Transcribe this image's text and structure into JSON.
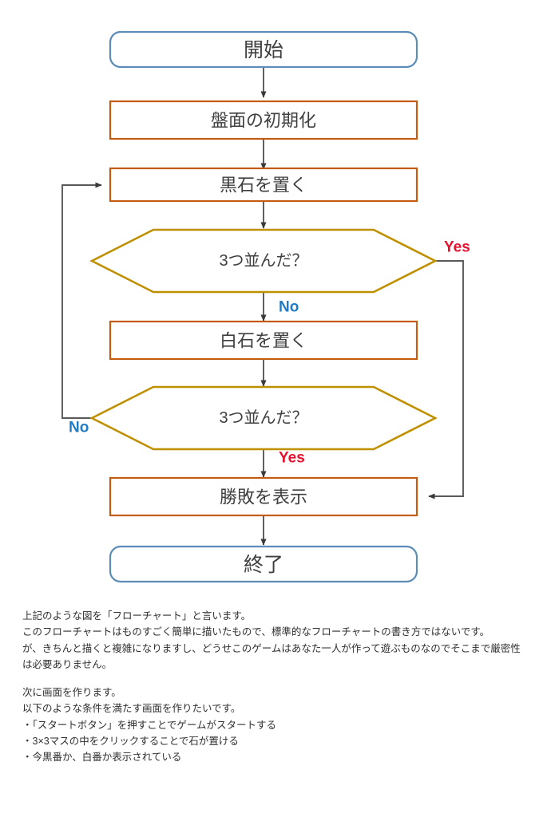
{
  "flowchart": {
    "nodes": [
      {
        "id": "start",
        "type": "terminal",
        "label": "開始"
      },
      {
        "id": "init",
        "type": "process",
        "label": "盤面の初期化"
      },
      {
        "id": "black",
        "type": "process",
        "label": "黒石を置く"
      },
      {
        "id": "check1",
        "type": "decision",
        "label": "3つ並んだ？"
      },
      {
        "id": "white",
        "type": "process",
        "label": "白石を置く"
      },
      {
        "id": "check2",
        "type": "decision",
        "label": "3つ並んだ？"
      },
      {
        "id": "result",
        "type": "process",
        "label": "勝敗を表示"
      },
      {
        "id": "end",
        "type": "terminal",
        "label": "終了"
      }
    ],
    "edge_labels": {
      "check1_yes": "Yes",
      "check1_no": "No",
      "check2_yes": "Yes",
      "check2_no": "No"
    },
    "colors": {
      "terminal_border": "#5b8db8",
      "process_border": "#c55a11",
      "decision_border": "#bf9000",
      "connector": "#595959",
      "yes_label": "#e8112d",
      "no_label": "#1f7bc4",
      "node_fill": "#ffffff"
    }
  },
  "prose": {
    "paragraph1": [
      "上記のような図を「フローチャート」と言います。",
      "このフローチャートはものすごく簡単に描いたもので、標準的なフローチャートの書き方ではないです。",
      "が、きちんと描くと複雑になりますし、どうせこのゲームはあなた一人が作って遊ぶものなのでそこまで厳密性は必要ありません。"
    ],
    "paragraph2": [
      "次に画面を作ります。",
      "以下のような条件を満たす画面を作りたいです。",
      "・「スタートボタン」を押すことでゲームがスタートする",
      "・3×3マスの中をクリックすることで石が置ける",
      "・今黒番か、白番か表示されている"
    ]
  }
}
